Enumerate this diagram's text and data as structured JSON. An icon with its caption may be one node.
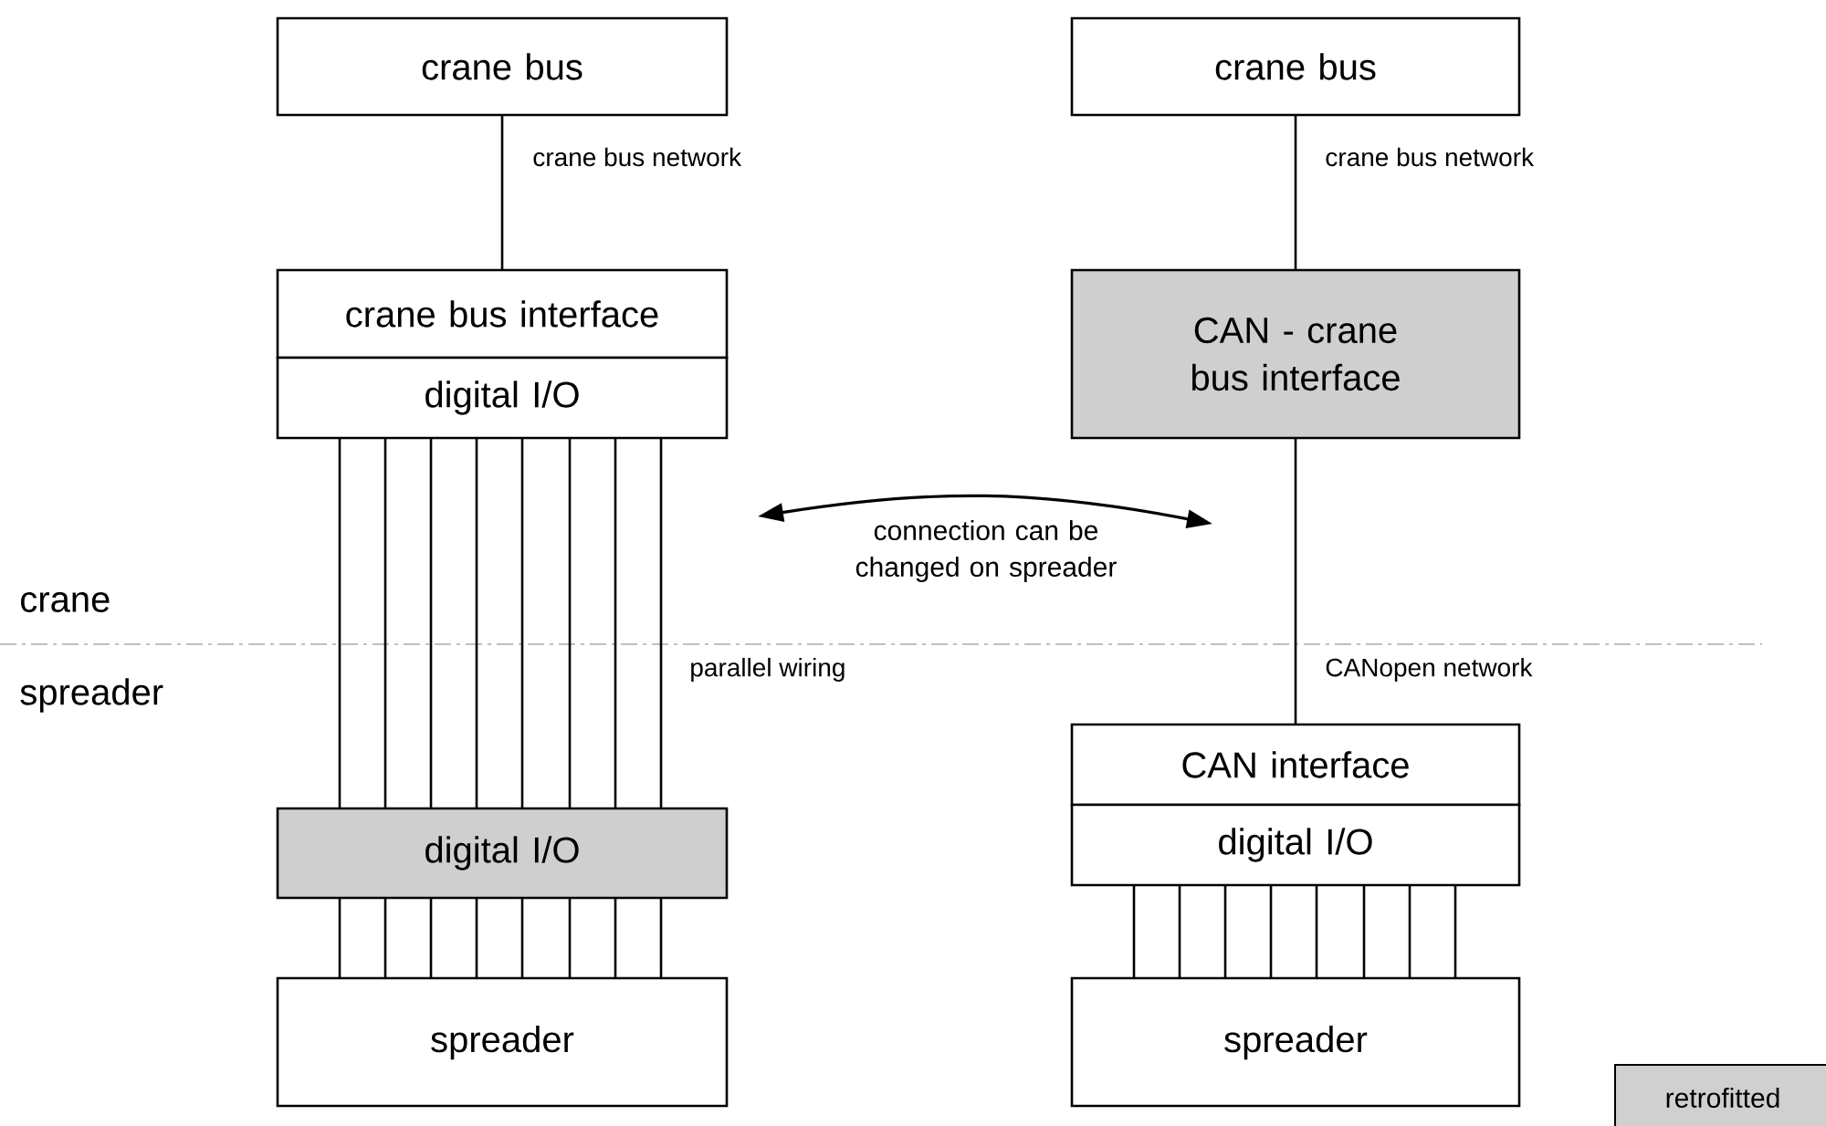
{
  "diagram": {
    "nodes": [
      {
        "text": [
          "crane bus"
        ]
      },
      {
        "text": [
          "crane bus interface"
        ]
      },
      {
        "text": [
          "digital I/O"
        ]
      },
      {
        "text": [
          "digital I/O"
        ]
      },
      {
        "text": [
          "spreader"
        ]
      },
      {
        "text": [
          "crane bus"
        ]
      },
      {
        "text": [
          "CAN - crane bus interface"
        ]
      },
      {
        "text": [
          "CAN interface"
        ]
      },
      {
        "text": [
          "digital I/O"
        ]
      },
      {
        "text": [
          "spreader"
        ]
      }
    ],
    "edges": [
      {
        "from": 0,
        "to": 1,
        "arrow": "none",
        "label": "crane bus network"
      },
      {
        "from": 2,
        "to": 3,
        "arrow": "none"
      },
      {
        "from": 2,
        "to": 3,
        "arrow": "none"
      },
      {
        "from": 2,
        "to": 3,
        "arrow": "none"
      },
      {
        "from": 2,
        "to": 3,
        "arrow": "none"
      },
      {
        "from": 2,
        "to": 3,
        "arrow": "none"
      },
      {
        "from": 2,
        "to": 3,
        "arrow": "none"
      },
      {
        "from": 2,
        "to": 3,
        "arrow": "none"
      },
      {
        "from": 2,
        "to": 3,
        "arrow": "none"
      },
      {
        "from": 3,
        "to": 4,
        "arrow": "none"
      },
      {
        "from": 3,
        "to": 4,
        "arrow": "none"
      },
      {
        "from": 3,
        "to": 4,
        "arrow": "none"
      },
      {
        "from": 3,
        "to": 4,
        "arrow": "none"
      },
      {
        "from": 3,
        "to": 4,
        "arrow": "none"
      },
      {
        "from": 3,
        "to": 4,
        "arrow": "none"
      },
      {
        "from": 3,
        "to": 4,
        "arrow": "none"
      },
      {
        "from": 3,
        "to": 4,
        "arrow": "none"
      },
      {
        "from": 5,
        "to": 6,
        "arrow": "none",
        "label": "crane bus network"
      },
      {
        "from": 6,
        "to": 7,
        "arrow": "none",
        "label": "CANopen network"
      },
      {
        "from": 8,
        "to": 9,
        "arrow": "none"
      },
      {
        "from": 8,
        "to": 9,
        "arrow": "none"
      },
      {
        "from": 8,
        "to": 9,
        "arrow": "none"
      },
      {
        "from": 8,
        "to": 9,
        "arrow": "none"
      },
      {
        "from": 8,
        "to": 9,
        "arrow": "none"
      },
      {
        "from": 8,
        "to": 9,
        "arrow": "none"
      },
      {
        "from": 8,
        "to": 9,
        "arrow": "none"
      },
      {
        "from": 8,
        "to": 9,
        "arrow": "none"
      }
    ],
    "labels": [
      "connection can be changed on spreader",
      "crane",
      "spreader",
      "parallel wiring"
    ],
    "legend": [
      {
        "text": "retrofitted",
        "color": "#d0d0d0"
      }
    ]
  }
}
